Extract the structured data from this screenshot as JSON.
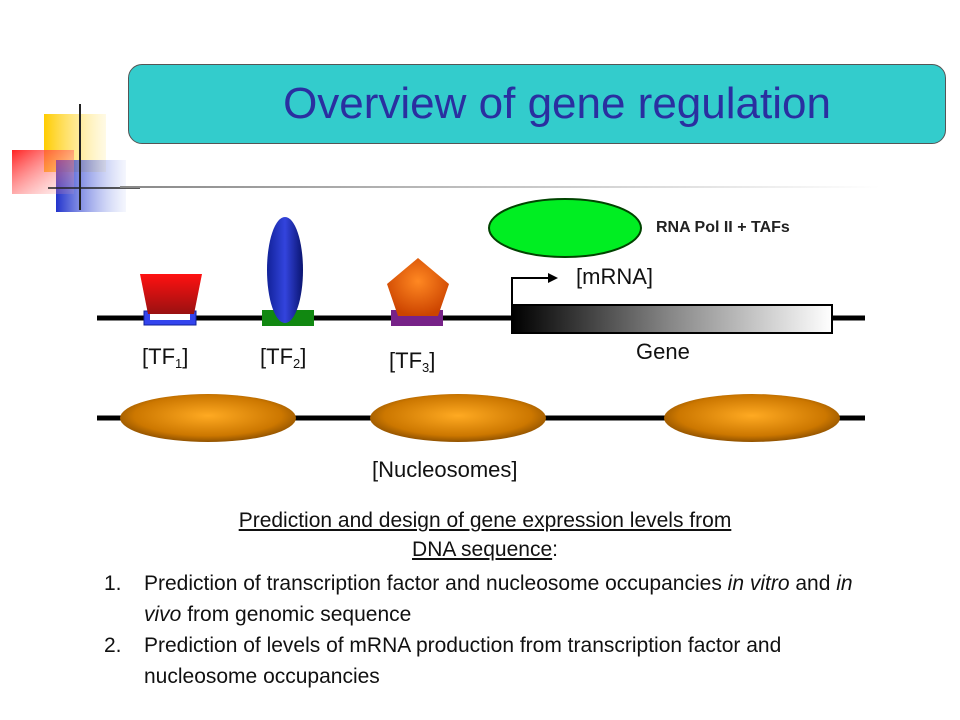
{
  "title": "Overview of gene regulation",
  "labels": {
    "rnapol": "RNA Pol II + TAFs",
    "mrna": "[mRNA]",
    "gene": "Gene",
    "tf1_base": "TF",
    "tf1_sub": "1",
    "tf2_base": "TF",
    "tf2_sub": "2",
    "tf3_base": "TF",
    "tf3_sub": "3",
    "nucleosomes": "[Nucleosomes]"
  },
  "prediction": {
    "heading_line1": "Prediction and design of gene expression levels from",
    "heading_line2_ul": "DNA sequence",
    "heading_line2_tail": ":",
    "items": [
      {
        "num": "1.",
        "a": "Prediction of transcription factor and nucleosome occupancies ",
        "i1": "in vitro",
        "b": " and ",
        "i2": "in vivo",
        "c": " from genomic sequence"
      },
      {
        "num": "2.",
        "a": "Prediction of levels of mRNA production from transcription factor and nucleosome occupancies"
      }
    ]
  },
  "colors": {
    "title_bg": "#33cccc",
    "title_text": "#2a2fa0",
    "rnapol": "#00ee22",
    "tf1": "#ee1111",
    "tf2": "#1122aa",
    "tf3": "#ff6600",
    "nucleosome": "#cc7700"
  }
}
